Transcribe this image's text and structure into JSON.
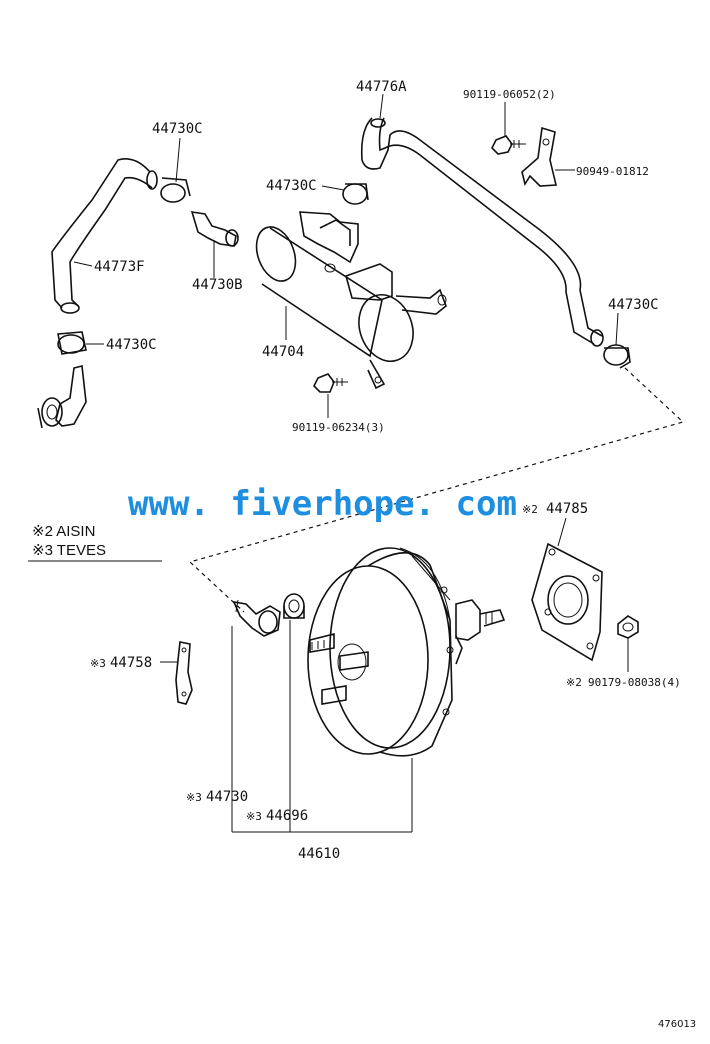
{
  "diagram": {
    "labels": {
      "p44776A": "44776A",
      "p90119_06052": "90119-06052(2)",
      "p44730C_a": "44730C",
      "p90949_01812": "90949-01812",
      "p44730C_b": "44730C",
      "p44773F": "44773F",
      "p44730B": "44730B",
      "p44730C_c": "44730C",
      "p44704": "44704",
      "p44730C_d": "44730C",
      "p90119_06234": "90119-06234(3)",
      "p44785": "44785",
      "p44758": "44758",
      "p90179_08038": "90179-08038(4)",
      "p44730": "44730",
      "p44696": "44696",
      "p44610": "44610"
    },
    "marks": {
      "m44785": "※2",
      "m44758": "※3",
      "m90179": "※2",
      "m44730": "※3",
      "m44696": "※3"
    },
    "legend": {
      "line1": "※2 AISIN",
      "line2": "※3 TEVES"
    },
    "watermark": "www. fiverhope. com",
    "reference": "476013"
  }
}
